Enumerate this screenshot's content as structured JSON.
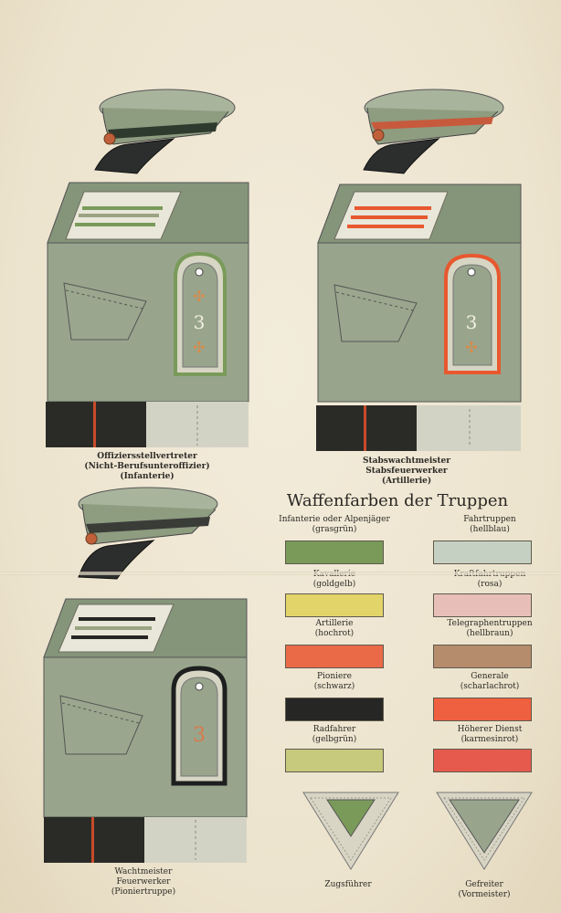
{
  "heading": "Waffenfarben der Truppen",
  "figures": [
    {
      "lines": [
        "Offiziersstellvertreter",
        "(Nicht-Berufsunteroffizier)",
        "(Infanterie)"
      ],
      "number": "3"
    },
    {
      "lines": [
        "Stabswachtmeister",
        "Stabsfeuerwerker",
        "(Artillerie)"
      ],
      "number": "3"
    },
    {
      "lines": [
        "Wachtmeister",
        "Feuerwerker",
        "(Pioniertruppe)"
      ],
      "number": "3"
    }
  ],
  "legend_left": [
    {
      "name": "Infanterie oder Alpenjäger",
      "color_name": "(grasgrün)",
      "color": "#7a9a5a"
    },
    {
      "name": "Kavallerie",
      "color_name": "(goldgelb)",
      "color": "#e3d46a"
    },
    {
      "name": "Artillerie",
      "color_name": "(hochrot)",
      "color": "#ea6a48"
    },
    {
      "name": "Pioniere",
      "color_name": "(schwarz)",
      "color": "#262624"
    },
    {
      "name": "Radfahrer",
      "color_name": "(gelbgrün)",
      "color": "#c7c97c"
    }
  ],
  "legend_right": [
    {
      "name": "Fahrtruppen",
      "color_name": "(hellblau)",
      "color": "#c5d0c3"
    },
    {
      "name": "Kraftfahrtruppen",
      "color_name": "(rosa)",
      "color": "#e7bfb8"
    },
    {
      "name": "Telegraphentruppen",
      "color_name": "(hellbraun)",
      "color": "#b58c6c"
    },
    {
      "name": "Generale",
      "color_name": "(scharlachrot)",
      "color": "#ee6040"
    },
    {
      "name": "Höherer Dienst",
      "color_name": "(karmesinrot)",
      "color": "#e65a4e"
    }
  ],
  "chevrons": [
    {
      "label": "Zugsführer"
    },
    {
      "label": "Gefreiter",
      "sub": "(Vormeister)"
    }
  ],
  "colors": {
    "uniform_green": "#98a58c",
    "uniform_dark": "#7d8b72",
    "cap_green": "#8e9c80",
    "visor_black": "#2c2e2e",
    "infantry_green": "#7a9a5a",
    "artillery_red": "#e8582f",
    "pioneer_black": "#1e1f1f"
  }
}
